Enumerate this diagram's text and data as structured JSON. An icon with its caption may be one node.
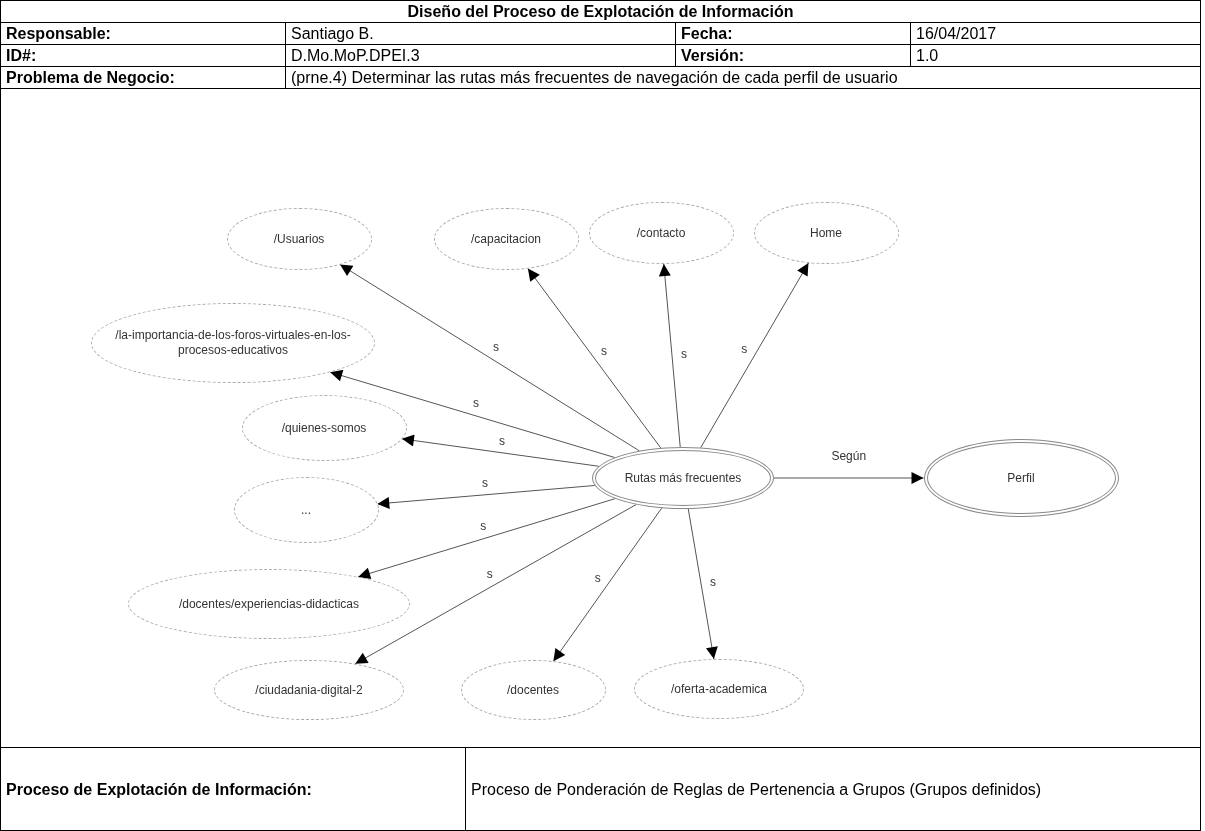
{
  "diagram": {
    "title": "Diseño del Proceso de Explotación de Información",
    "nodes": [
      {
        "text": [
          "/Usuarios"
        ]
      },
      {
        "text": [
          "/capacitacion"
        ]
      },
      {
        "text": [
          "/contacto"
        ]
      },
      {
        "text": [
          "Home"
        ]
      },
      {
        "text": [
          "/la-importancia-de-los-foros-virtuales-en-los-procesos-educativos"
        ]
      },
      {
        "text": [
          "/quienes-somos"
        ]
      },
      {
        "text": [
          "Rutas más frecuentes"
        ]
      },
      {
        "text": [
          "Perfil"
        ]
      },
      {
        "text": [
          "..."
        ]
      },
      {
        "text": [
          "/docentes/experiencias-didacticas"
        ]
      },
      {
        "text": [
          "/ciudadania-digital-2"
        ]
      },
      {
        "text": [
          "/docentes"
        ]
      },
      {
        "text": [
          "/oferta-academica"
        ]
      }
    ],
    "edges": [
      {
        "from": 6,
        "to": 0,
        "arrow": "to",
        "label": "s"
      },
      {
        "from": 6,
        "to": 1,
        "arrow": "to",
        "label": "s"
      },
      {
        "from": 6,
        "to": 2,
        "arrow": "to",
        "label": "s"
      },
      {
        "from": 6,
        "to": 3,
        "arrow": "to",
        "label": "s"
      },
      {
        "from": 6,
        "to": 4,
        "arrow": "to",
        "label": "s"
      },
      {
        "from": 6,
        "to": 5,
        "arrow": "to",
        "label": "s"
      },
      {
        "from": 6,
        "to": 8,
        "arrow": "to",
        "label": "s"
      },
      {
        "from": 6,
        "to": 9,
        "arrow": "to",
        "label": "s"
      },
      {
        "from": 6,
        "to": 10,
        "arrow": "to",
        "label": "s"
      },
      {
        "from": 6,
        "to": 11,
        "arrow": "to",
        "label": "s"
      },
      {
        "from": 6,
        "to": 12,
        "arrow": "to",
        "label": "s"
      },
      {
        "from": 6,
        "to": 7,
        "arrow": "to",
        "label": "Según"
      }
    ],
    "labels": [
      "Responsable:",
      "Santiago B.",
      "Fecha:",
      "16/04/2017",
      "ID#:",
      "D.Mo.MoP.DPEI.3",
      "Versión:",
      "1.0",
      "Problema de Negocio:",
      "(prne.4) Determinar las rutas más frecuentes de navegación de cada perfil de usuario",
      "Proceso de Explotación de Información:",
      "Proceso de Ponderación de Reglas de Pertenencia a Grupos (Grupos definidos)"
    ]
  }
}
